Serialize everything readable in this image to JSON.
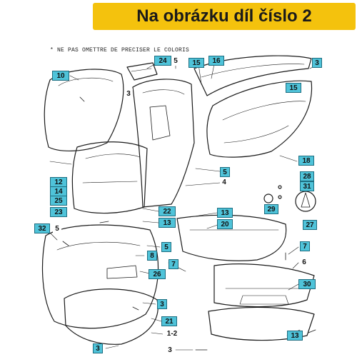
{
  "banner": {
    "text": "Na obrázku díl číslo 2",
    "color": "#f4c20d"
  },
  "note": "* NE PAS OMETTRE DE PRECISER LE COLORIS",
  "callout_color": "#4fc3d9",
  "callouts": [
    {
      "id": "c-10",
      "label": "10"
    },
    {
      "id": "c-24",
      "label": "24"
    },
    {
      "id": "c-5a",
      "label": "5"
    },
    {
      "id": "c-15a",
      "label": "15"
    },
    {
      "id": "c-16",
      "label": "16"
    },
    {
      "id": "c-3a",
      "label": "3"
    },
    {
      "id": "c-3b",
      "label": "3"
    },
    {
      "id": "c-15b",
      "label": "15"
    },
    {
      "id": "c-18",
      "label": "18"
    },
    {
      "id": "c-5b",
      "label": "5"
    },
    {
      "id": "c-4",
      "label": "4"
    },
    {
      "id": "c-28",
      "label": "28"
    },
    {
      "id": "c-31",
      "label": "31"
    },
    {
      "id": "c-29",
      "label": "29"
    },
    {
      "id": "c-27",
      "label": "27"
    },
    {
      "id": "c-12",
      "label": "12"
    },
    {
      "id": "c-14",
      "label": "14"
    },
    {
      "id": "c-25",
      "label": "25"
    },
    {
      "id": "c-23",
      "label": "23"
    },
    {
      "id": "c-22",
      "label": "22"
    },
    {
      "id": "c-13a",
      "label": "13"
    },
    {
      "id": "c-13b",
      "label": "13"
    },
    {
      "id": "c-20",
      "label": "20"
    },
    {
      "id": "c-32",
      "label": "32"
    },
    {
      "id": "c-5c",
      "label": "5"
    },
    {
      "id": "c-5d",
      "label": "5"
    },
    {
      "id": "c-8",
      "label": "8"
    },
    {
      "id": "c-7a",
      "label": "7"
    },
    {
      "id": "c-7b",
      "label": "7"
    },
    {
      "id": "c-6",
      "label": "6"
    },
    {
      "id": "c-26",
      "label": "26"
    },
    {
      "id": "c-30",
      "label": "30"
    },
    {
      "id": "c-3c",
      "label": "3"
    },
    {
      "id": "c-21",
      "label": "21"
    },
    {
      "id": "c-1-2",
      "label": "1-2"
    },
    {
      "id": "c-3d",
      "label": "3"
    },
    {
      "id": "c-3e",
      "label": "3"
    },
    {
      "id": "c-13c",
      "label": "13"
    }
  ]
}
